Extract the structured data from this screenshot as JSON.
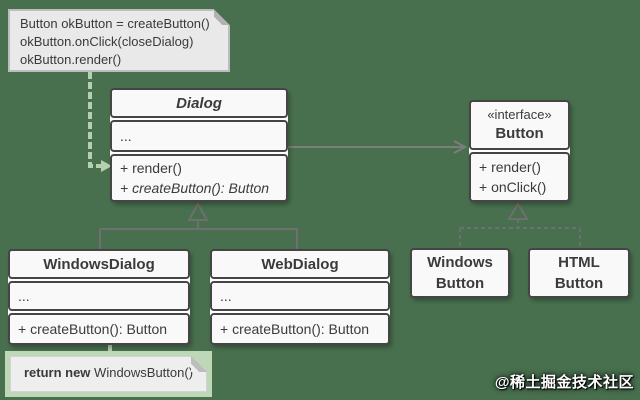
{
  "diagram_title": "Factory Method UML class diagram",
  "colors": {
    "background": "#48704e",
    "box_fill": "#f9f9f9",
    "box_border": "#454545",
    "connector_gray": "#7d7d7d",
    "connector_green": "#b5d0af",
    "note_fill": "#e9e9e9",
    "note_green_glow": "#bed7b7"
  },
  "notes": {
    "top": {
      "line_1": "Button okButton = createButton()",
      "line_2": "okButton.onClick(closeDialog)",
      "line_3": "okButton.render()"
    },
    "bottom": {
      "keyword": "return new",
      "code": " WindowsButton()"
    }
  },
  "classes": {
    "dialog": {
      "title": "Dialog",
      "fields_placeholder": "...",
      "method_1": "+ render()",
      "method_2": "+ createButton(): Button"
    },
    "button_interface": {
      "stereotype": "«interface»",
      "title": "Button",
      "method_1": "+ render()",
      "method_2": "+ onClick()"
    },
    "windows_dialog": {
      "title": "WindowsDialog",
      "fields_placeholder": "...",
      "method_1": "+ createButton(): Button"
    },
    "web_dialog": {
      "title": "WebDialog",
      "fields_placeholder": "...",
      "method_1": "+ createButton(): Button"
    },
    "windows_button": {
      "line_1": "Windows",
      "line_2": "Button"
    },
    "html_button": {
      "line_1": "HTML",
      "line_2": "Button"
    }
  },
  "watermark": {
    "text": "@稀土掘金技术社区"
  }
}
